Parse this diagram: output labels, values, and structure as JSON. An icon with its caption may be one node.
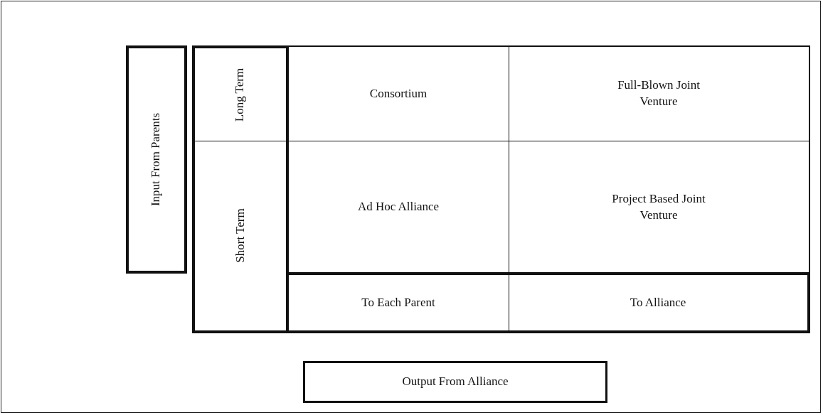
{
  "diagram": {
    "nodes": [
      {
        "text": [
          "Input From Parents"
        ]
      },
      {
        "text": [
          "Long Term"
        ]
      },
      {
        "text": [
          "Short Term"
        ]
      },
      {
        "text": [
          "Consortium"
        ]
      },
      {
        "text": [
          "Full-Blown Joint Venture"
        ]
      },
      {
        "text": [
          "Ad Hoc Alliance"
        ]
      },
      {
        "text": [
          "Project Based Joint Venture"
        ]
      },
      {
        "text": [
          "To Each Parent"
        ]
      },
      {
        "text": [
          "To Alliance"
        ]
      },
      {
        "text": [
          "Output From Alliance"
        ]
      }
    ]
  }
}
